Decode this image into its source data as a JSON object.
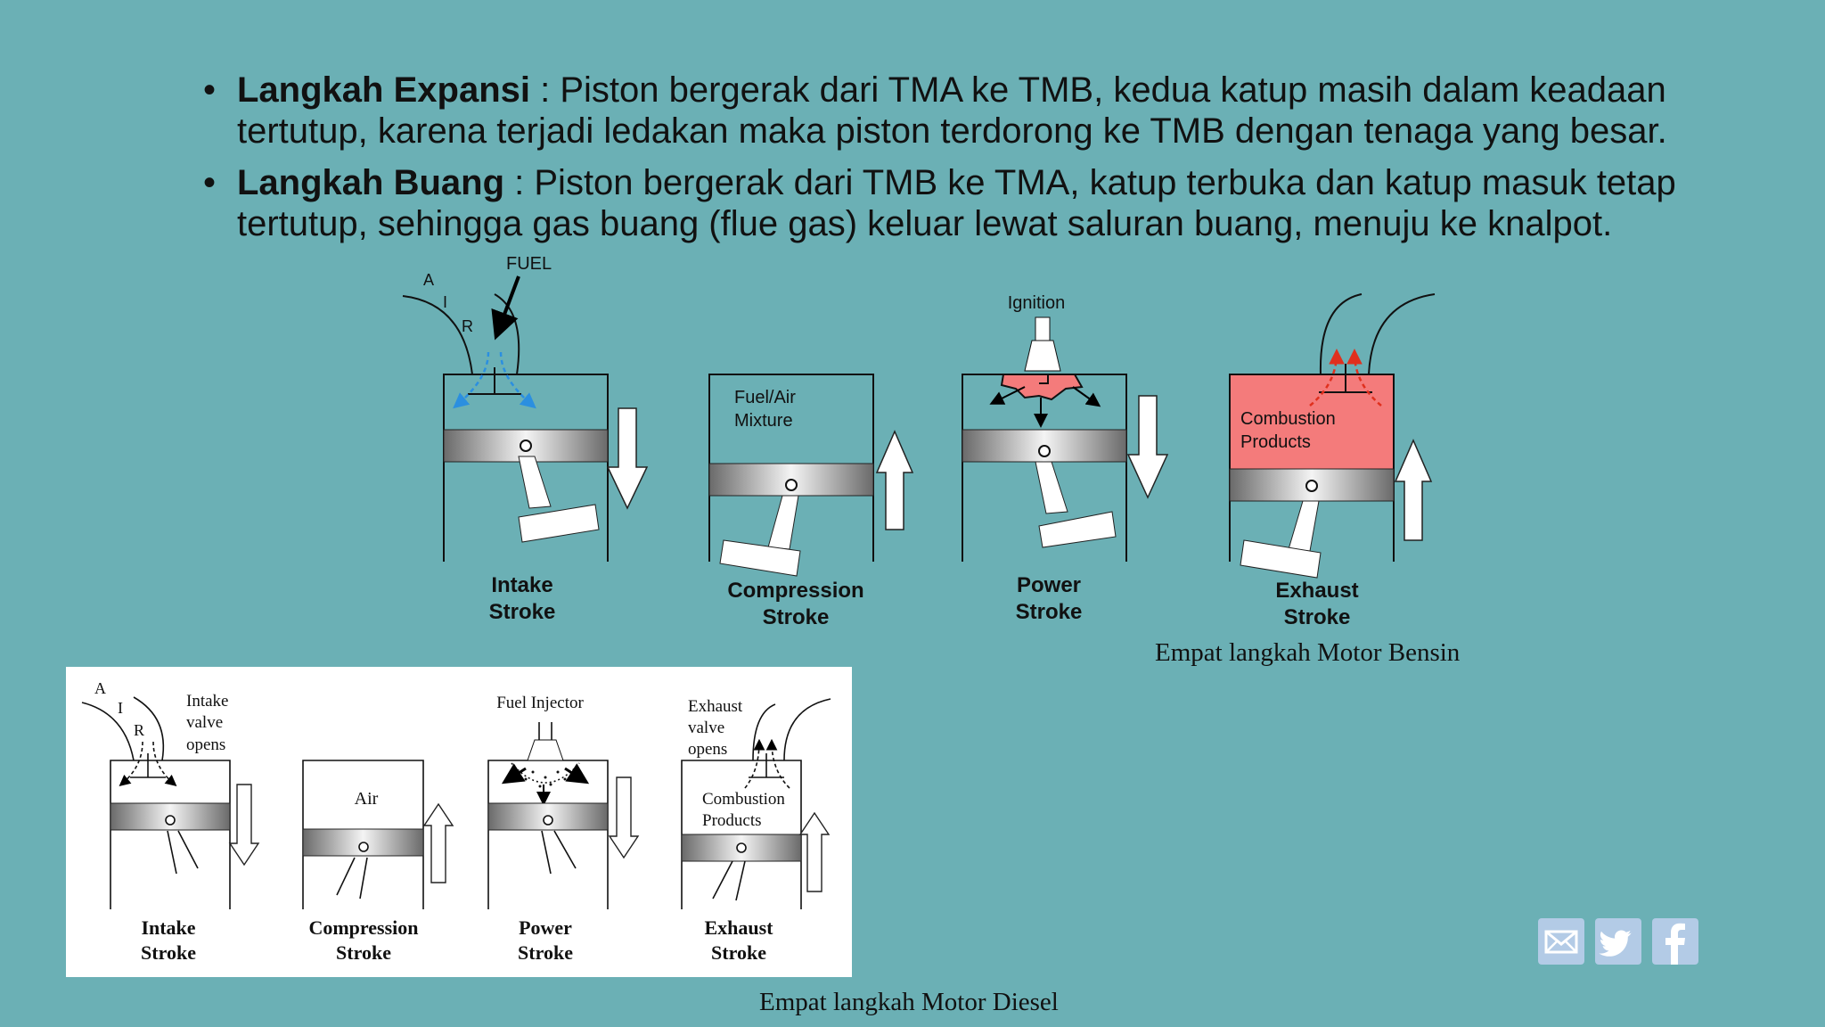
{
  "slide": {
    "bullets": [
      {
        "term": "Langkah Expansi",
        "text": " : Piston bergerak dari TMA ke TMB, kedua katup masih dalam keadaan tertutup, karena terjadi ledakan maka piston terdorong ke TMB dengan tenaga yang besar."
      },
      {
        "term": "Langkah Buang",
        "text": " : Piston bergerak dari TMB ke TMA, katup terbuka dan katup masuk tetap tertutup, sehingga gas buang (flue gas) keluar lewat saluran buang, menuju ke knalpot."
      }
    ],
    "bullet_glyph": "•"
  },
  "gasoline_diagram": {
    "air_letters": [
      "A",
      "I",
      "R"
    ],
    "fuel_label": "FUEL",
    "ignition_label": "Ignition",
    "mixture_label": [
      "Fuel/Air",
      "Mixture"
    ],
    "combustion_label": [
      "Combustion",
      "Products"
    ],
    "strokes": [
      {
        "line1": "Intake",
        "line2": "Stroke"
      },
      {
        "line1": "Compression",
        "line2": "Stroke"
      },
      {
        "line1": "Power",
        "line2": "Stroke"
      },
      {
        "line1": "Exhaust",
        "line2": "Stroke"
      }
    ],
    "caption": "Empat langkah Motor Bensin",
    "colors": {
      "combustion": "#f47b7b",
      "fuel_arrows": "#2b8fe0",
      "exhaust_arrows": "#e0301e"
    }
  },
  "diesel_diagram": {
    "air_letters": [
      "A",
      "I",
      "R"
    ],
    "intake_label": [
      "Intake",
      "valve",
      "opens"
    ],
    "injector_label": "Fuel Injector",
    "air_label": "Air",
    "exhaust_label": [
      "Exhaust",
      "valve",
      "opens"
    ],
    "combustion_label": [
      "Combustion",
      "Products"
    ],
    "strokes": [
      {
        "line1": "Intake",
        "line2": "Stroke"
      },
      {
        "line1": "Compression",
        "line2": "Stroke"
      },
      {
        "line1": "Power",
        "line2": "Stroke"
      },
      {
        "line1": "Exhaust",
        "line2": "Stroke"
      }
    ],
    "caption": "Empat langkah Motor Diesel"
  },
  "share": {
    "icons": [
      "email-icon",
      "twitter-icon",
      "facebook-icon"
    ]
  }
}
